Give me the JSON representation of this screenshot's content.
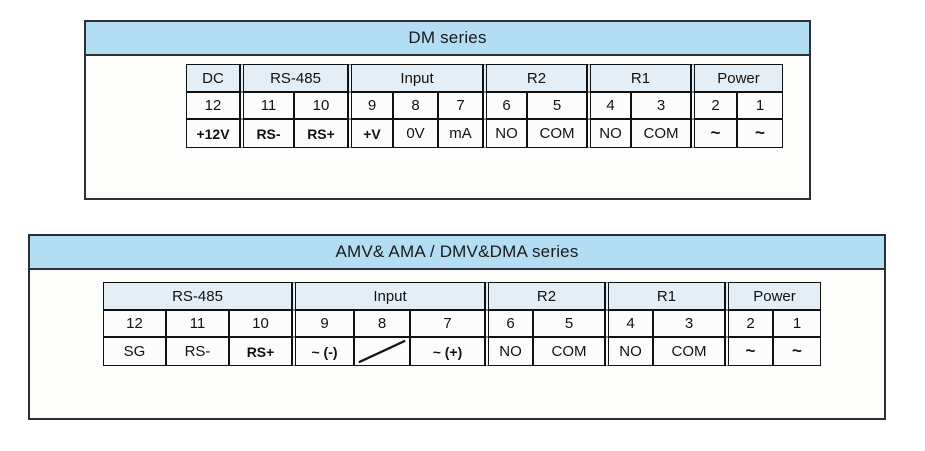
{
  "panels": [
    {
      "id": "dm",
      "title": "DM series",
      "title_bg": "#b3ddf2",
      "groups": [
        {
          "name": "DC",
          "terminals": [
            "12"
          ],
          "signals": [
            "+12V"
          ]
        },
        {
          "name": "RS-485",
          "terminals": [
            "11",
            "10"
          ],
          "signals": [
            "RS-",
            "RS+"
          ]
        },
        {
          "name": "Input",
          "terminals": [
            "9",
            "8",
            "7"
          ],
          "signals": [
            "+V",
            "0V",
            "mA"
          ]
        },
        {
          "name": "R2",
          "terminals": [
            "6",
            "5"
          ],
          "signals": [
            "NO",
            "COM"
          ]
        },
        {
          "name": "R1",
          "terminals": [
            "4",
            "3"
          ],
          "signals": [
            "NO",
            "COM"
          ]
        },
        {
          "name": "Power",
          "terminals": [
            "2",
            "1"
          ],
          "signals": [
            "~",
            "~"
          ]
        }
      ]
    },
    {
      "id": "amv",
      "title": "AMV& AMA / DMV&DMA series",
      "title_bg": "#b3ddf2",
      "groups": [
        {
          "name": "RS-485",
          "terminals": [
            "12",
            "11",
            "10"
          ],
          "signals": [
            "SG",
            "RS-",
            "RS+"
          ]
        },
        {
          "name": "Input",
          "terminals": [
            "9",
            "8",
            "7"
          ],
          "signals": [
            "~ (-)",
            "slash-icon",
            "~ (+)"
          ]
        },
        {
          "name": "R2",
          "terminals": [
            "6",
            "5"
          ],
          "signals": [
            "NO",
            "COM"
          ]
        },
        {
          "name": "R1",
          "terminals": [
            "4",
            "3"
          ],
          "signals": [
            "NO",
            "COM"
          ]
        },
        {
          "name": "Power",
          "terminals": [
            "2",
            "1"
          ],
          "signals": [
            "~",
            "~"
          ]
        }
      ]
    }
  ]
}
